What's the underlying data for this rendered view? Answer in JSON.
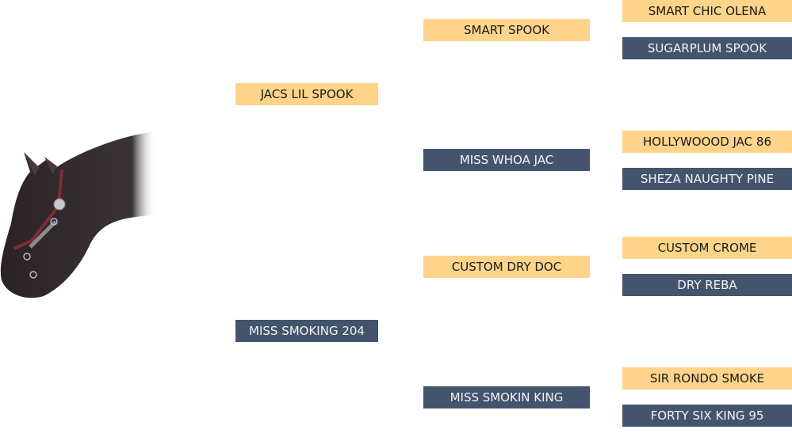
{
  "subject_image": {
    "icon": "horse-head-photo"
  },
  "colors": {
    "sire": "#fdd48a",
    "dam": "#44546c"
  },
  "pedigree": {
    "sire": "JACS LIL SPOOK",
    "dam": "MISS SMOKING 204",
    "sire_sire": "SMART SPOOK",
    "sire_dam": "MISS WHOA JAC",
    "dam_sire": "CUSTOM DRY DOC",
    "dam_dam": "MISS SMOKIN KING",
    "sire_sire_sire": "SMART CHIC OLENA",
    "sire_sire_dam": "SUGARPLUM SPOOK",
    "sire_dam_sire": "HOLLYWOOOD JAC 86",
    "sire_dam_dam": "SHEZA NAUGHTY PINE",
    "dam_sire_sire": "CUSTOM CROME",
    "dam_sire_dam": "DRY REBA",
    "dam_dam_sire": "SIR RONDO SMOKE",
    "dam_dam_dam": "FORTY SIX KING 95"
  }
}
